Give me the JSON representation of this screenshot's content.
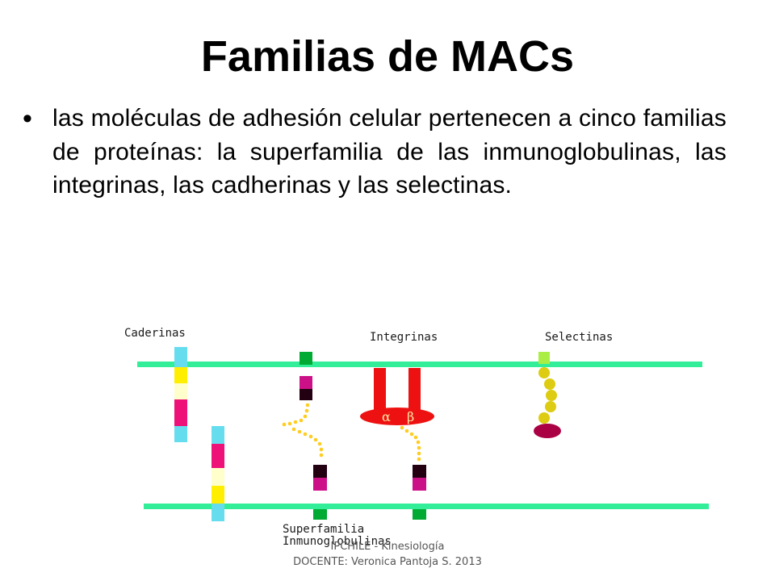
{
  "slide": {
    "title": "Familias de MACs",
    "bullet": "las moléculas de adhesión celular pertenecen a cinco familias de proteínas: la superfamilia de las inmunoglobulinas, las integrinas, las cadherinas y las selectinas."
  },
  "diagram": {
    "labels": {
      "cadherins": "Caderinas",
      "integrins": "Integrinas",
      "selectins": "Selectinas",
      "igsf_line1": "Superfamilia",
      "igsf_line2": "Inmunoglobulinas",
      "alpha": "α",
      "beta": "β"
    },
    "colors": {
      "membrane": "#33ee99",
      "cyan": "#66ddee",
      "yellow": "#ffee00",
      "pale_yellow": "#ffffcc",
      "magenta": "#ee1177",
      "green": "#00aa33",
      "dark": "#220011",
      "red": "#ee1111",
      "dots": "#ffcc22",
      "selectin_bead": "#ddcc11",
      "selectin_head": "#aa0044"
    }
  },
  "footer": {
    "line1": "IPCHILE - Kinesiología",
    "line2": "DOCENTE: Veronica Pantoja S. 2013"
  }
}
